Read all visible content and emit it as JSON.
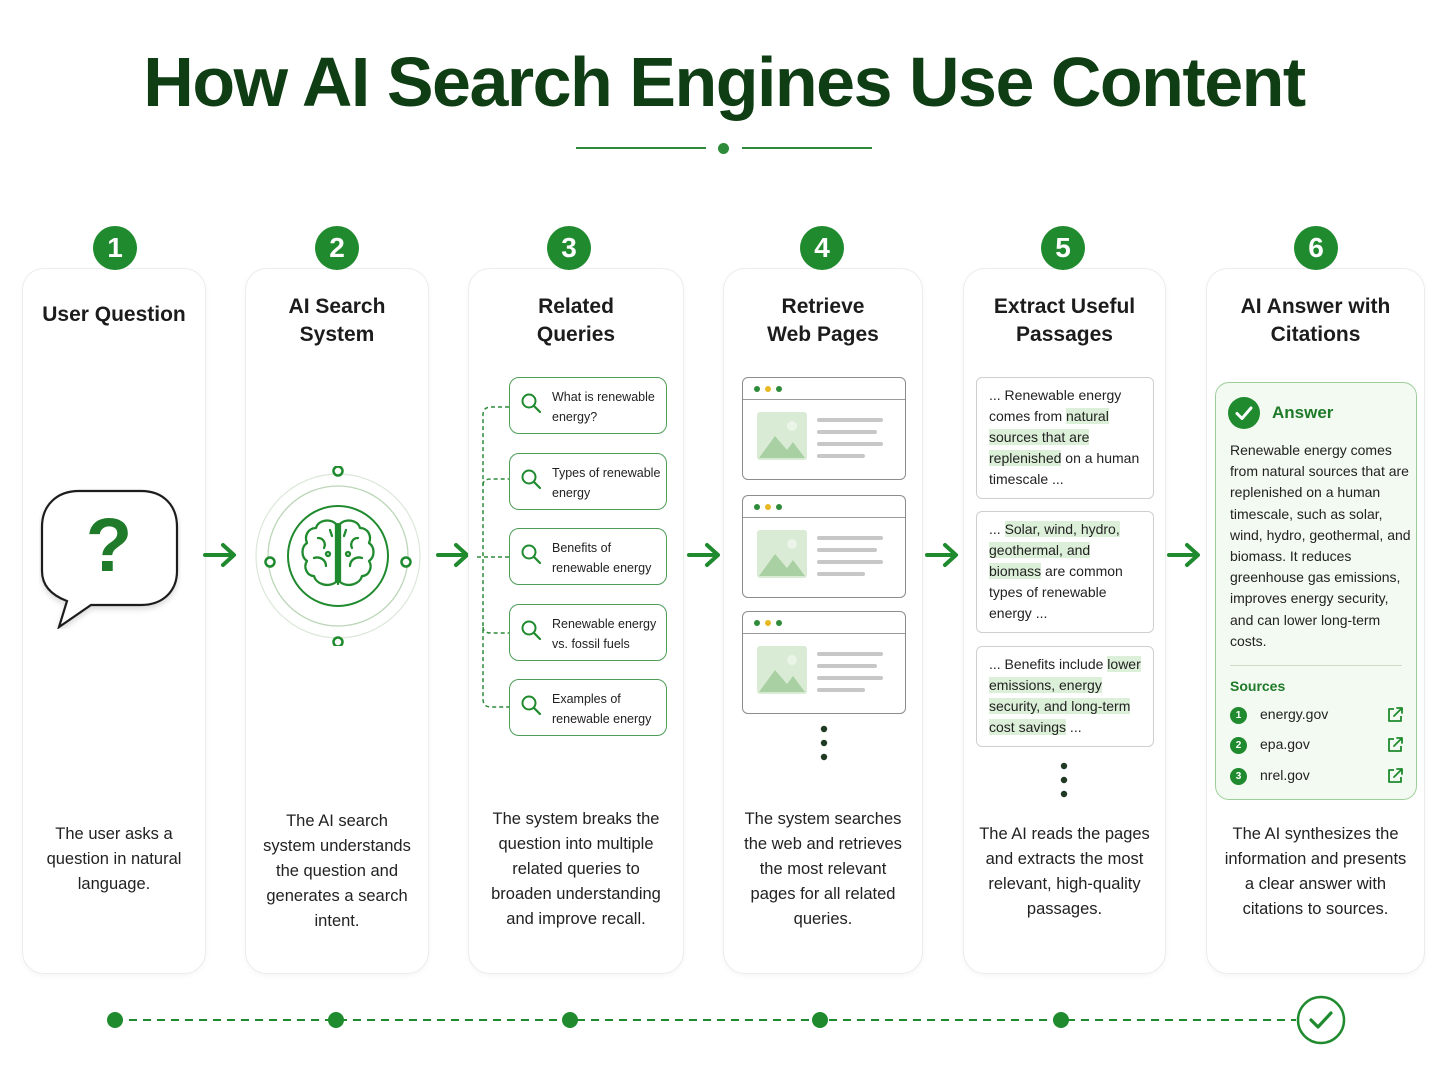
{
  "title": "How AI Search Engines Use Content",
  "steps": [
    {
      "number": "1",
      "title": "User Question",
      "description": "The user asks a question in natural language."
    },
    {
      "number": "2",
      "title": "AI Search\nSystem",
      "description": "The AI search system understands the question and generates a search intent."
    },
    {
      "number": "3",
      "title": "Related\nQueries",
      "description": "The system breaks the question into multiple related queries to broaden understanding and improve recall."
    },
    {
      "number": "4",
      "title": "Retrieve\nWeb Pages",
      "description": "The system searches the web and retrieves the most relevant pages for all related queries."
    },
    {
      "number": "5",
      "title": "Extract Useful\nPassages",
      "description": "The AI reads the pages and extracts the most relevant, high-quality passages."
    },
    {
      "number": "6",
      "title": "AI Answer with\nCitations",
      "description": "The AI synthesizes the information and presents a clear answer with citations to sources."
    }
  ],
  "question_icon": {
    "glyph": "?",
    "icon": "speech-bubble-question-icon"
  },
  "search_system_icon": "brain-icon",
  "queries": [
    "What is renewable energy?",
    "Types of renewable energy",
    "Benefits of renewable energy",
    "Renewable energy vs. fossil fuels",
    "Examples of renewable energy"
  ],
  "passages": [
    {
      "pre": "... Renewable energy comes from ",
      "highlight": "natural sources that are replenished",
      "post": " on a human timescale ..."
    },
    {
      "pre": "... ",
      "highlight": "Solar, wind, hydro, geothermal, and biomass",
      "post": " are common types of renewable energy ..."
    },
    {
      "pre": "... Benefits include ",
      "highlight": "lower emissions, energy security, and long-term cost savings",
      "post": " ..."
    }
  ],
  "answer": {
    "label": "Answer",
    "text": "Renewable energy comes from natural sources that are replenished on a human timescale, such as solar, wind, hydro, geothermal, and biomass. It reduces greenhouse gas emissions, improves energy security, and can lower long-term costs.",
    "sources_label": "Sources",
    "sources": [
      {
        "number": "1",
        "name": "energy.gov"
      },
      {
        "number": "2",
        "name": "epa.gov"
      },
      {
        "number": "3",
        "name": "nrel.gov"
      }
    ]
  },
  "colors": {
    "primary": "#1f8a2e",
    "title": "#0f3d14",
    "highlight": "#dcefd8",
    "answer_bg": "#f3faf1"
  }
}
